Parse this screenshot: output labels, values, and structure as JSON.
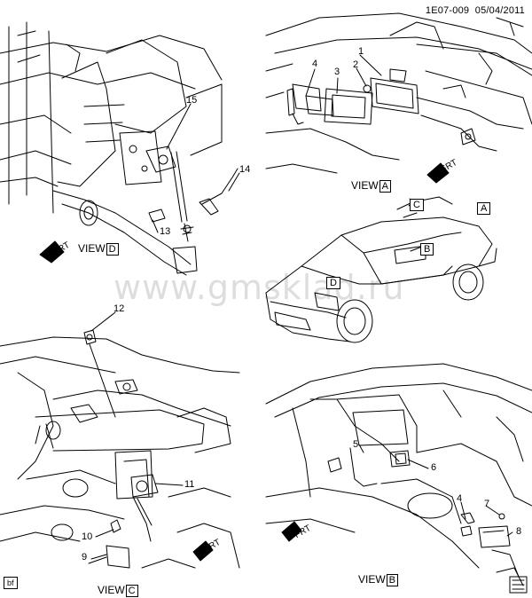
{
  "header": {
    "doc_id": "1E07-009",
    "date": "05/04/2011"
  },
  "watermark": "www.gmsklad.ru",
  "corner_tag": "bf",
  "views": [
    {
      "id": "D",
      "prefix": "VIEW",
      "letter": "D"
    },
    {
      "id": "A",
      "prefix": "VIEW",
      "letter": "A"
    },
    {
      "id": "C",
      "prefix": "VIEW",
      "letter": "C"
    },
    {
      "id": "B",
      "prefix": "VIEW",
      "letter": "B"
    }
  ],
  "callouts": [
    "1",
    "2",
    "3",
    "4",
    "15",
    "14",
    "13",
    "12",
    "11",
    "10",
    "9",
    "5",
    "6",
    "4",
    "7",
    "8"
  ],
  "ref_boxes": [
    "A",
    "B",
    "C",
    "D"
  ],
  "frt": "FRT"
}
